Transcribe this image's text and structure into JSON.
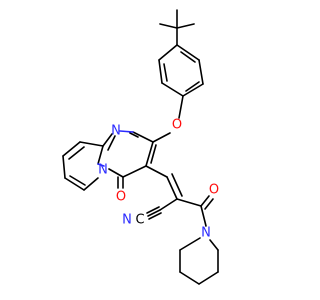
{
  "molecule": {
    "atom_labels": {
      "ether_o": "O",
      "ring_n_top": "N",
      "ring_n_bridge": "N",
      "keto_o": "O",
      "amide_o": "O",
      "nitrile_n": "N",
      "nitrile_c": "C",
      "piperidine_n": "N"
    }
  },
  "colors": {
    "bond": "#000000",
    "nitrogen": "#2a2aff",
    "oxygen": "#ff0d0d",
    "carbon": "#000000",
    "background": "#ffffff"
  }
}
